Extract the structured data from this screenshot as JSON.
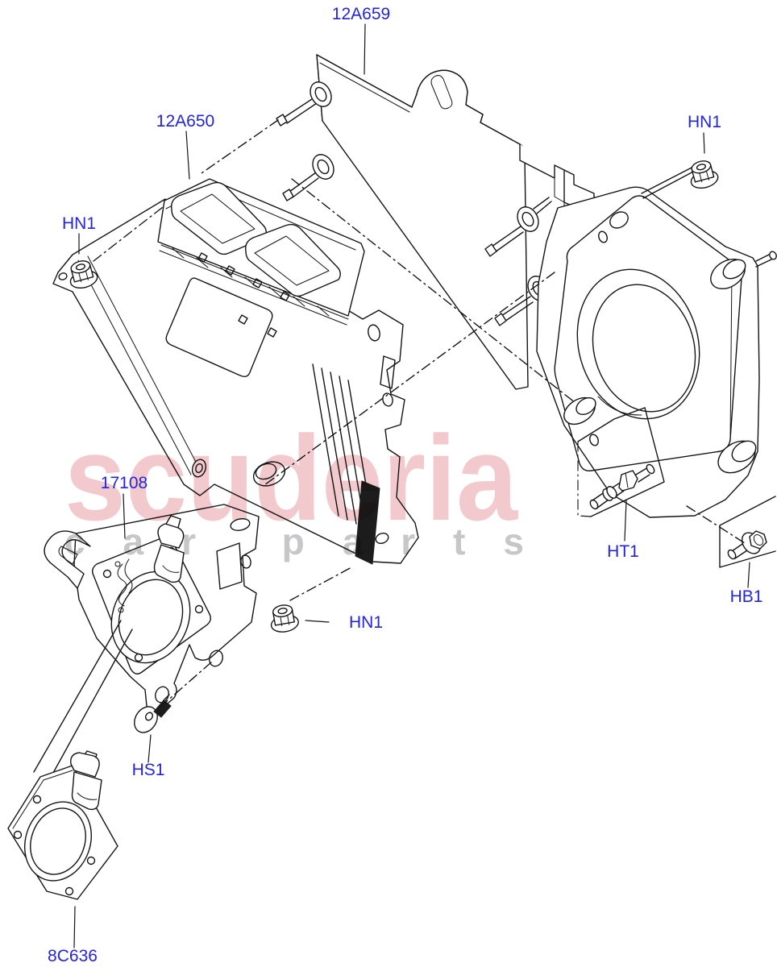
{
  "watermark": {
    "brand_text": "scuderia",
    "tagline_text": "car parts",
    "brand_color": "#f2c9cd",
    "tagline_color": "#c7c7c9",
    "flag_color": "#e4e4e9"
  },
  "colors": {
    "callout_label": "#2424dd",
    "line_art": "#141414",
    "background": "#ffffff"
  },
  "callouts": [
    {
      "code": "12A659"
    },
    {
      "code": "12A650"
    },
    {
      "code": "HN1"
    },
    {
      "code": "HN1"
    },
    {
      "code": "17108"
    },
    {
      "code": "HN1"
    },
    {
      "code": "HT1"
    },
    {
      "code": "HB1"
    },
    {
      "code": "HS1"
    },
    {
      "code": "8C636"
    }
  ]
}
